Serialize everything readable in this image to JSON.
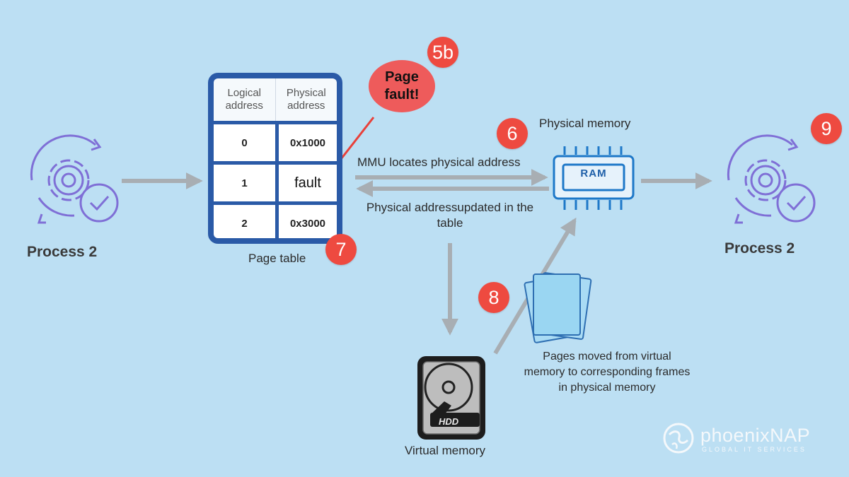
{
  "colors": {
    "background": "#bcdff3",
    "table_blue": "#2a5aa7",
    "badge_red": "#ee4a40",
    "arrow_gray": "#a8aeb3",
    "process_purple": "#7f6fd6"
  },
  "process_left": {
    "label": "Process 2",
    "icon": "gear-cycle-check-icon"
  },
  "process_right": {
    "label": "Process 2",
    "icon": "gear-cycle-check-icon"
  },
  "page_table": {
    "caption": "Page table",
    "header_logical": "Logical address",
    "header_physical": "Physical address",
    "rows": [
      {
        "logical": "0",
        "physical": "0x1000"
      },
      {
        "logical": "1",
        "physical": "fault"
      },
      {
        "logical": "2",
        "physical": "0x3000"
      }
    ]
  },
  "page_fault": {
    "text": "Page fault!"
  },
  "physical_memory": {
    "label": "Physical memory",
    "chip_text": "RAM"
  },
  "arrows": {
    "mmu": "MMU locates physical address",
    "updated": "Physical addressupdated in the table"
  },
  "pages_moved": "Pages moved from virtual memory to corresponding frames in physical memory",
  "virtual_memory": {
    "label": "Virtual memory",
    "drive_text": "HDD"
  },
  "badges": {
    "b5b": "5b",
    "b6": "6",
    "b7": "7",
    "b8": "8",
    "b9": "9"
  },
  "logo": {
    "name": "phoenixNAP",
    "sub": "GLOBAL IT SERVICES"
  }
}
